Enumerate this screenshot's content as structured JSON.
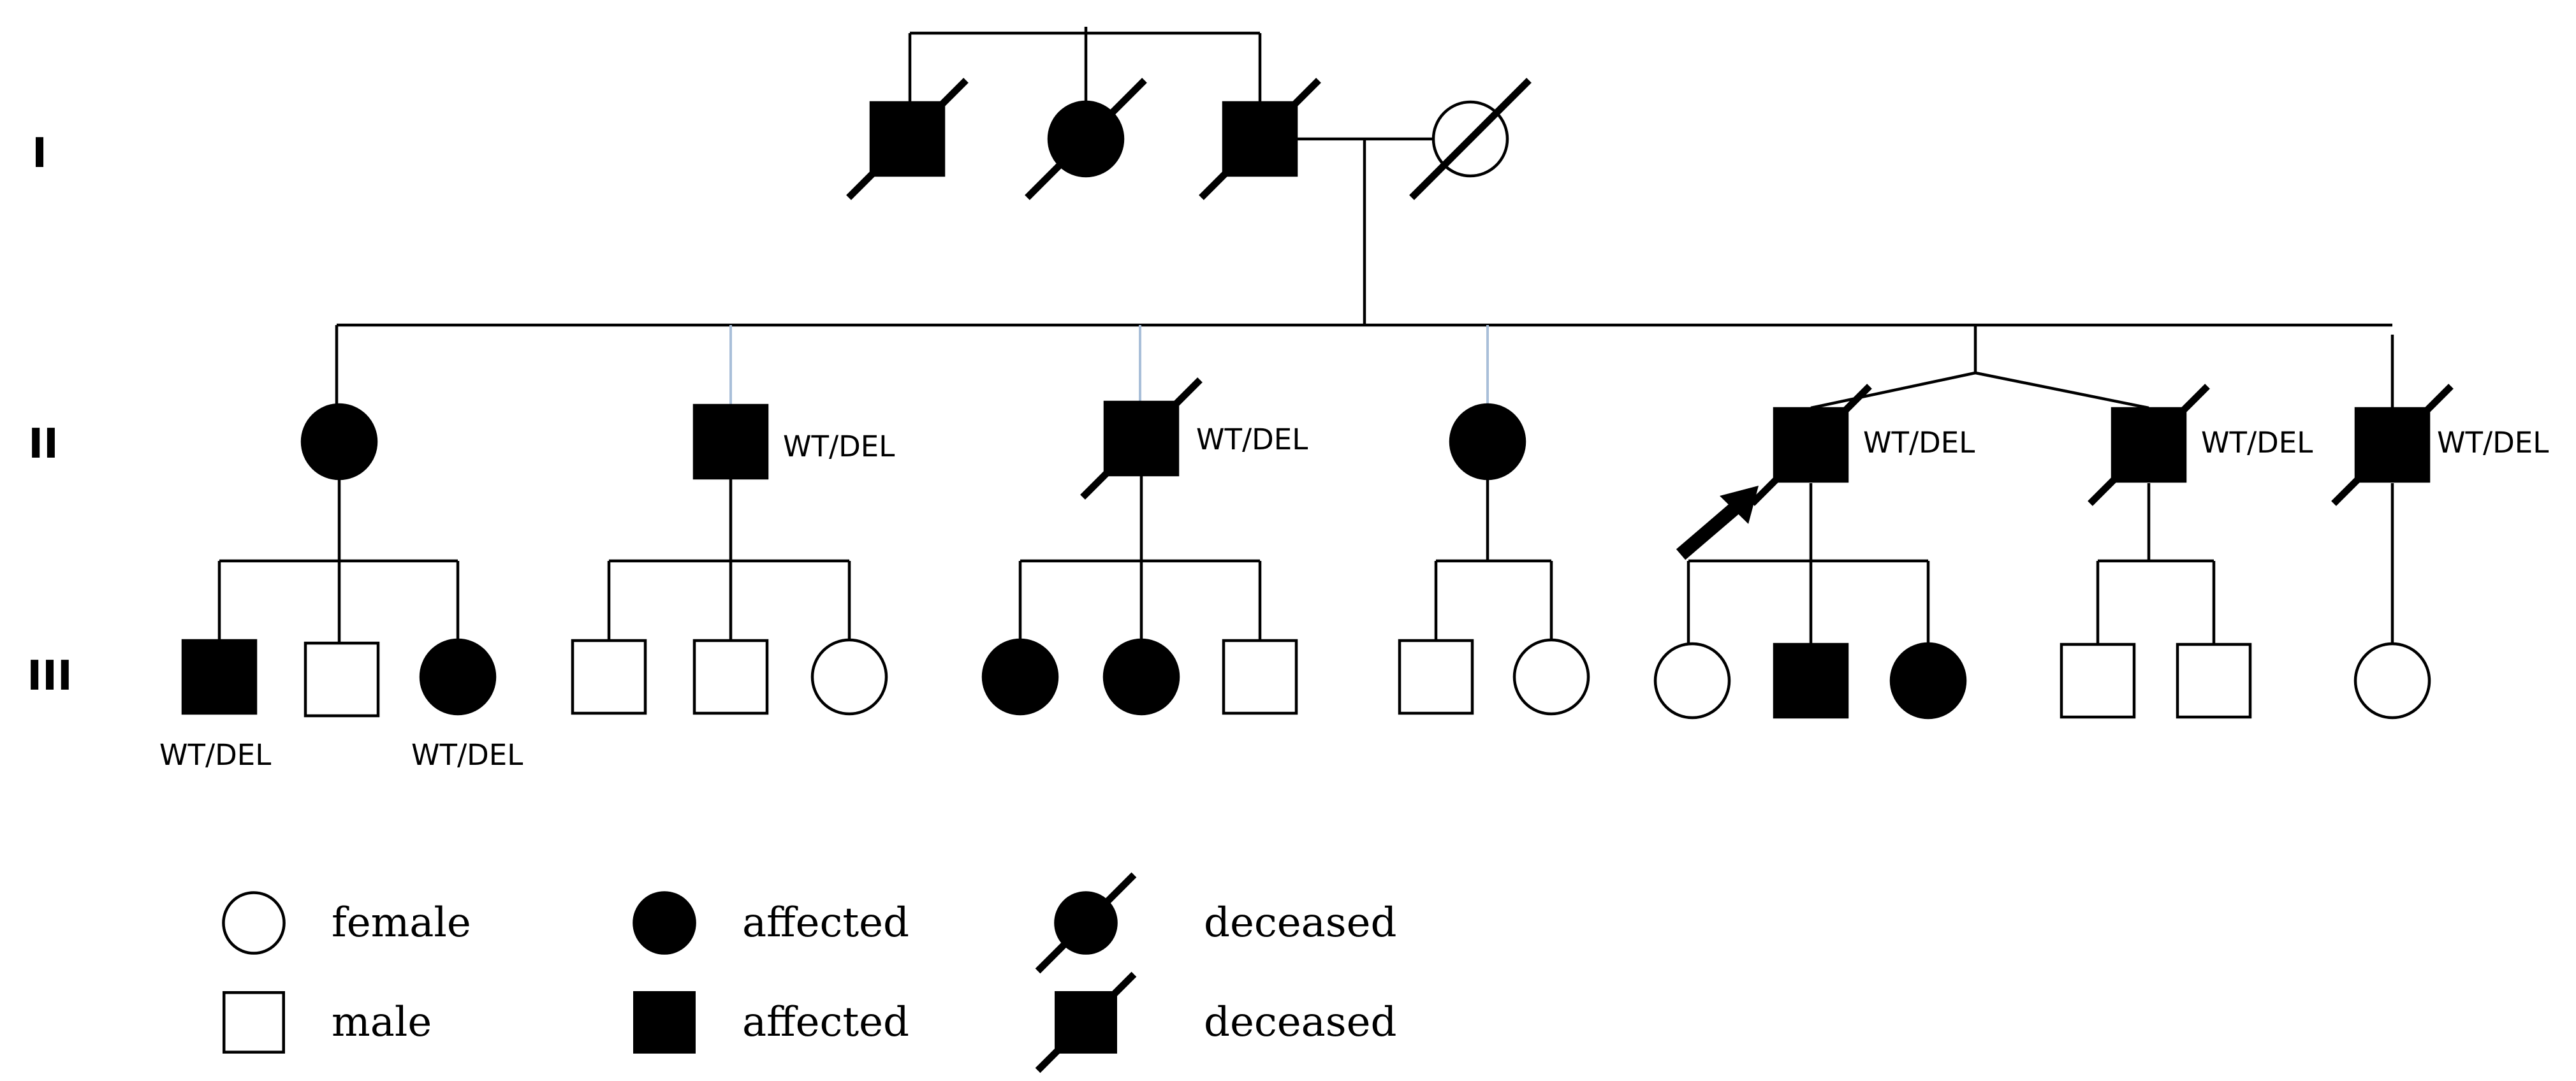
{
  "generations": [
    "I",
    "II",
    "III"
  ],
  "genotype_label": "WT/DEL",
  "colors": {
    "affected": "#000000",
    "unaffected": "#ffffff",
    "stroke": "#000000",
    "link_light": "#a9bfd9"
  },
  "individuals": [
    {
      "id": "I-1",
      "gen": "I",
      "sex": "male",
      "affected": true,
      "deceased": true,
      "genotype": ""
    },
    {
      "id": "I-2",
      "gen": "I",
      "sex": "female",
      "affected": true,
      "deceased": true,
      "genotype": ""
    },
    {
      "id": "I-3",
      "gen": "I",
      "sex": "male",
      "affected": true,
      "deceased": true,
      "genotype": ""
    },
    {
      "id": "I-4",
      "gen": "I",
      "sex": "female",
      "affected": false,
      "deceased": true,
      "genotype": ""
    },
    {
      "id": "II-1",
      "gen": "II",
      "sex": "female",
      "affected": true,
      "deceased": false,
      "genotype": ""
    },
    {
      "id": "II-2",
      "gen": "II",
      "sex": "male",
      "affected": true,
      "deceased": false,
      "genotype": "WT/DEL"
    },
    {
      "id": "II-3",
      "gen": "II",
      "sex": "male",
      "affected": true,
      "deceased": true,
      "genotype": "WT/DEL"
    },
    {
      "id": "II-4",
      "gen": "II",
      "sex": "female",
      "affected": true,
      "deceased": false,
      "genotype": ""
    },
    {
      "id": "II-5",
      "gen": "II",
      "sex": "male",
      "affected": true,
      "deceased": true,
      "genotype": "WT/DEL",
      "proband": true
    },
    {
      "id": "II-6",
      "gen": "II",
      "sex": "male",
      "affected": true,
      "deceased": true,
      "genotype": "WT/DEL"
    },
    {
      "id": "II-7",
      "gen": "II",
      "sex": "male",
      "affected": true,
      "deceased": true,
      "genotype": "WT/DEL"
    },
    {
      "id": "III-1",
      "gen": "III",
      "sex": "male",
      "affected": true,
      "deceased": false,
      "genotype": "WT/DEL"
    },
    {
      "id": "III-2",
      "gen": "III",
      "sex": "male",
      "affected": false,
      "deceased": false,
      "genotype": ""
    },
    {
      "id": "III-3",
      "gen": "III",
      "sex": "female",
      "affected": true,
      "deceased": false,
      "genotype": "WT/DEL"
    },
    {
      "id": "III-4",
      "gen": "III",
      "sex": "male",
      "affected": false,
      "deceased": false,
      "genotype": ""
    },
    {
      "id": "III-5",
      "gen": "III",
      "sex": "male",
      "affected": false,
      "deceased": false,
      "genotype": ""
    },
    {
      "id": "III-6",
      "gen": "III",
      "sex": "female",
      "affected": false,
      "deceased": false,
      "genotype": ""
    },
    {
      "id": "III-7",
      "gen": "III",
      "sex": "female",
      "affected": true,
      "deceased": false,
      "genotype": ""
    },
    {
      "id": "III-8",
      "gen": "III",
      "sex": "female",
      "affected": true,
      "deceased": false,
      "genotype": ""
    },
    {
      "id": "III-9",
      "gen": "III",
      "sex": "male",
      "affected": false,
      "deceased": false,
      "genotype": ""
    },
    {
      "id": "III-10",
      "gen": "III",
      "sex": "male",
      "affected": false,
      "deceased": false,
      "genotype": ""
    },
    {
      "id": "III-11",
      "gen": "III",
      "sex": "female",
      "affected": false,
      "deceased": false,
      "genotype": ""
    },
    {
      "id": "III-12",
      "gen": "III",
      "sex": "female",
      "affected": false,
      "deceased": false,
      "genotype": ""
    },
    {
      "id": "III-13",
      "gen": "III",
      "sex": "male",
      "affected": true,
      "deceased": false,
      "genotype": ""
    },
    {
      "id": "III-14",
      "gen": "III",
      "sex": "female",
      "affected": true,
      "deceased": false,
      "genotype": ""
    },
    {
      "id": "III-15",
      "gen": "III",
      "sex": "male",
      "affected": false,
      "deceased": false,
      "genotype": ""
    },
    {
      "id": "III-16",
      "gen": "III",
      "sex": "male",
      "affected": false,
      "deceased": false,
      "genotype": ""
    },
    {
      "id": "III-17",
      "gen": "III",
      "sex": "female",
      "affected": false,
      "deceased": false,
      "genotype": ""
    }
  ],
  "legend": [
    {
      "sex": "female",
      "affected": false,
      "deceased": false,
      "label": "female"
    },
    {
      "sex": "male",
      "affected": false,
      "deceased": false,
      "label": "male"
    },
    {
      "sex": "female",
      "affected": true,
      "deceased": false,
      "label": "affected"
    },
    {
      "sex": "male",
      "affected": true,
      "deceased": false,
      "label": "affected"
    },
    {
      "sex": "female",
      "affected": true,
      "deceased": true,
      "label": "deceased"
    },
    {
      "sex": "male",
      "affected": true,
      "deceased": true,
      "label": "deceased"
    }
  ]
}
